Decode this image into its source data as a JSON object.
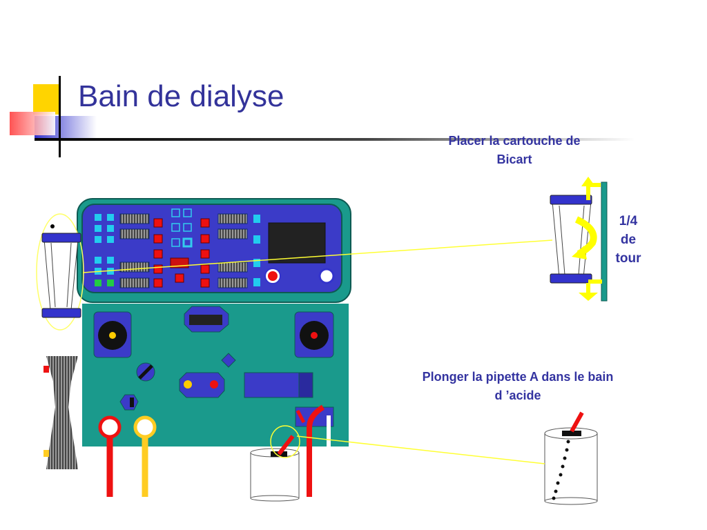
{
  "slide": {
    "title": "Bain de dialyse"
  },
  "annotations": {
    "bicart": {
      "line1": "Placer la cartouche de",
      "line2": "Bicart"
    },
    "quarter_turn": {
      "line1": "1/4",
      "line2": "de",
      "line3": "tour"
    },
    "pipette": {
      "line1": "Plonger la pipette A dans le bain",
      "line2": "d ’acide"
    }
  },
  "colors": {
    "title": "#33339a",
    "label": "#3333a0",
    "machine_body": "#1a9a8c",
    "panel": "#3b3bc8",
    "callout_line": "#ffff33",
    "arrow": "#ffff00"
  }
}
